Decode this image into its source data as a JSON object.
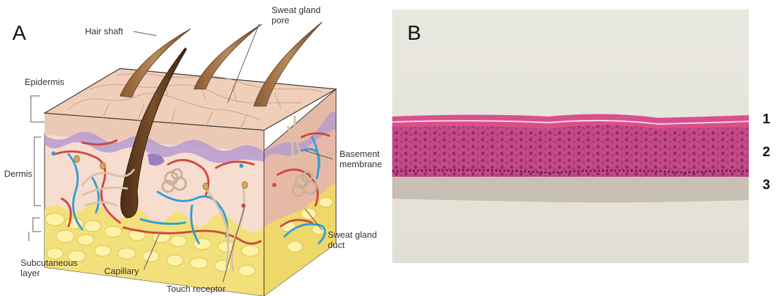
{
  "panel_a": {
    "letter": "A",
    "labels": {
      "hair_shaft": "Hair shaft",
      "sweat_gland_pore_1": "Sweat gland",
      "sweat_gland_pore_2": "pore",
      "epidermis": "Epidermis",
      "dermis": "Dermis",
      "basement_membrane_1": "Basement",
      "basement_membrane_2": "membrane",
      "subcutaneous_1": "Subcutaneous",
      "subcutaneous_2": "layer",
      "capillary": "Capillary",
      "touch_receptor": "Touch receptor",
      "sweat_gland_duct_1": "Sweat gland",
      "sweat_gland_duct_2": "duct"
    }
  },
  "panel_b": {
    "letter": "B",
    "layer_numbers": [
      "1",
      "2",
      "3"
    ]
  },
  "colors": {
    "epidermis": "#ecc9b4",
    "dermis": "#f7dcd0",
    "fat": "#f3e07a",
    "basement": "#b59bd0",
    "artery": "#d0473f",
    "vein": "#2f9fd2",
    "nerve": "#d8c3a4",
    "hair": "#6a4424",
    "tissue_pink": "#c93b7e",
    "tissue_background": "#e4e2d8"
  }
}
